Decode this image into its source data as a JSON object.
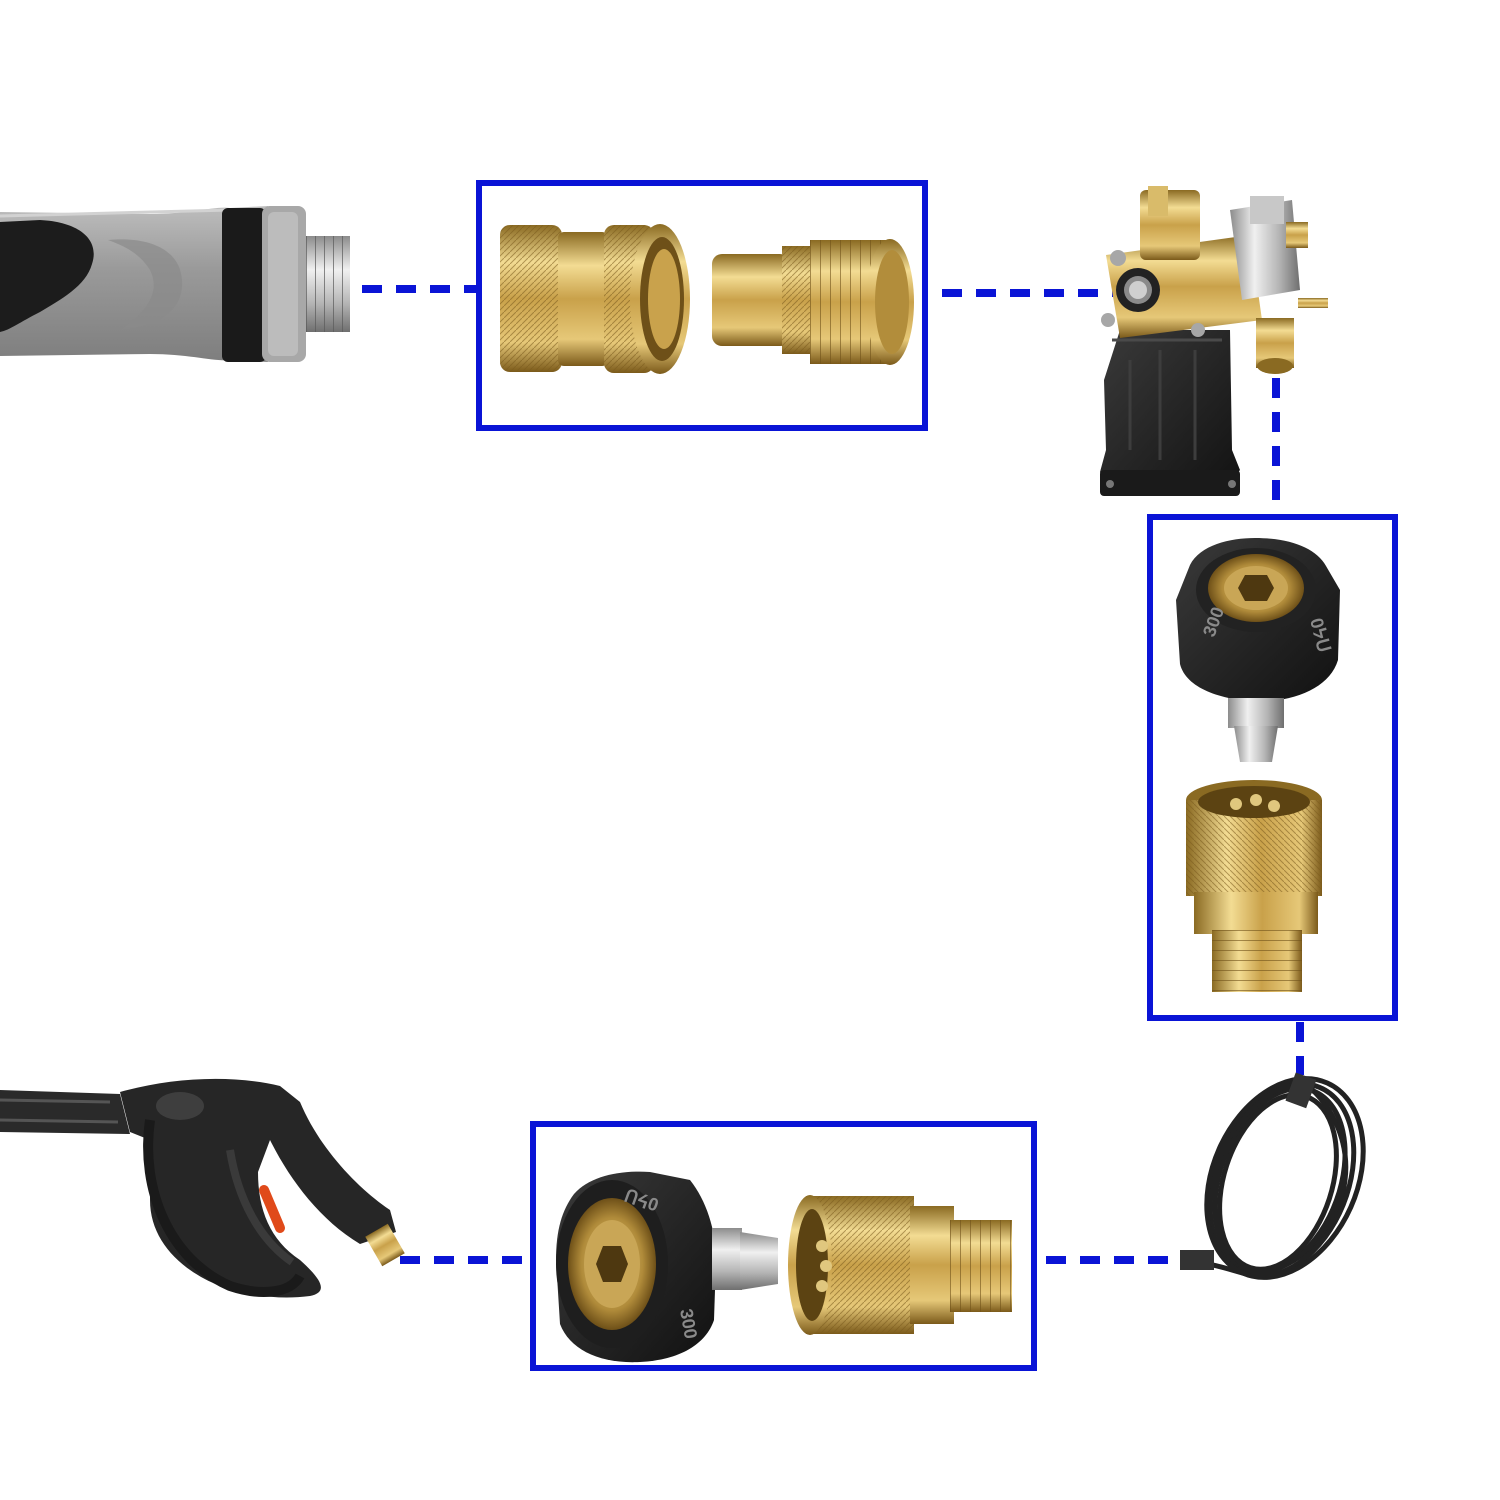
{
  "diagram": {
    "accent_color": "#0a14d6",
    "line_style": "dashed",
    "nodes": [
      {
        "id": "garden-hose-handle",
        "icon": "hose-handle-icon"
      },
      {
        "id": "quick-connect-pair-top",
        "icon": "brass-quick-connect-icon"
      },
      {
        "id": "pressure-washer-pump",
        "icon": "pump-icon"
      },
      {
        "id": "quick-connect-pair-right",
        "icon": "m22-adapter-icon"
      },
      {
        "id": "high-pressure-hose",
        "icon": "hose-coil-icon"
      },
      {
        "id": "quick-connect-pair-bottom",
        "icon": "m22-adapter-icon"
      },
      {
        "id": "spray-gun",
        "icon": "spray-gun-icon"
      }
    ],
    "connections": [
      [
        "garden-hose-handle",
        "quick-connect-pair-top"
      ],
      [
        "quick-connect-pair-top",
        "pressure-washer-pump"
      ],
      [
        "pressure-washer-pump",
        "quick-connect-pair-right"
      ],
      [
        "quick-connect-pair-right",
        "high-pressure-hose"
      ],
      [
        "high-pressure-hose",
        "quick-connect-pair-bottom"
      ],
      [
        "quick-connect-pair-bottom",
        "spray-gun"
      ]
    ],
    "engravings": {
      "nut_right_a": "300",
      "nut_right_b": "0ᔭᑌ",
      "nut_bottom_a": "0ᔭᑌ",
      "nut_bottom_b": "300"
    }
  }
}
